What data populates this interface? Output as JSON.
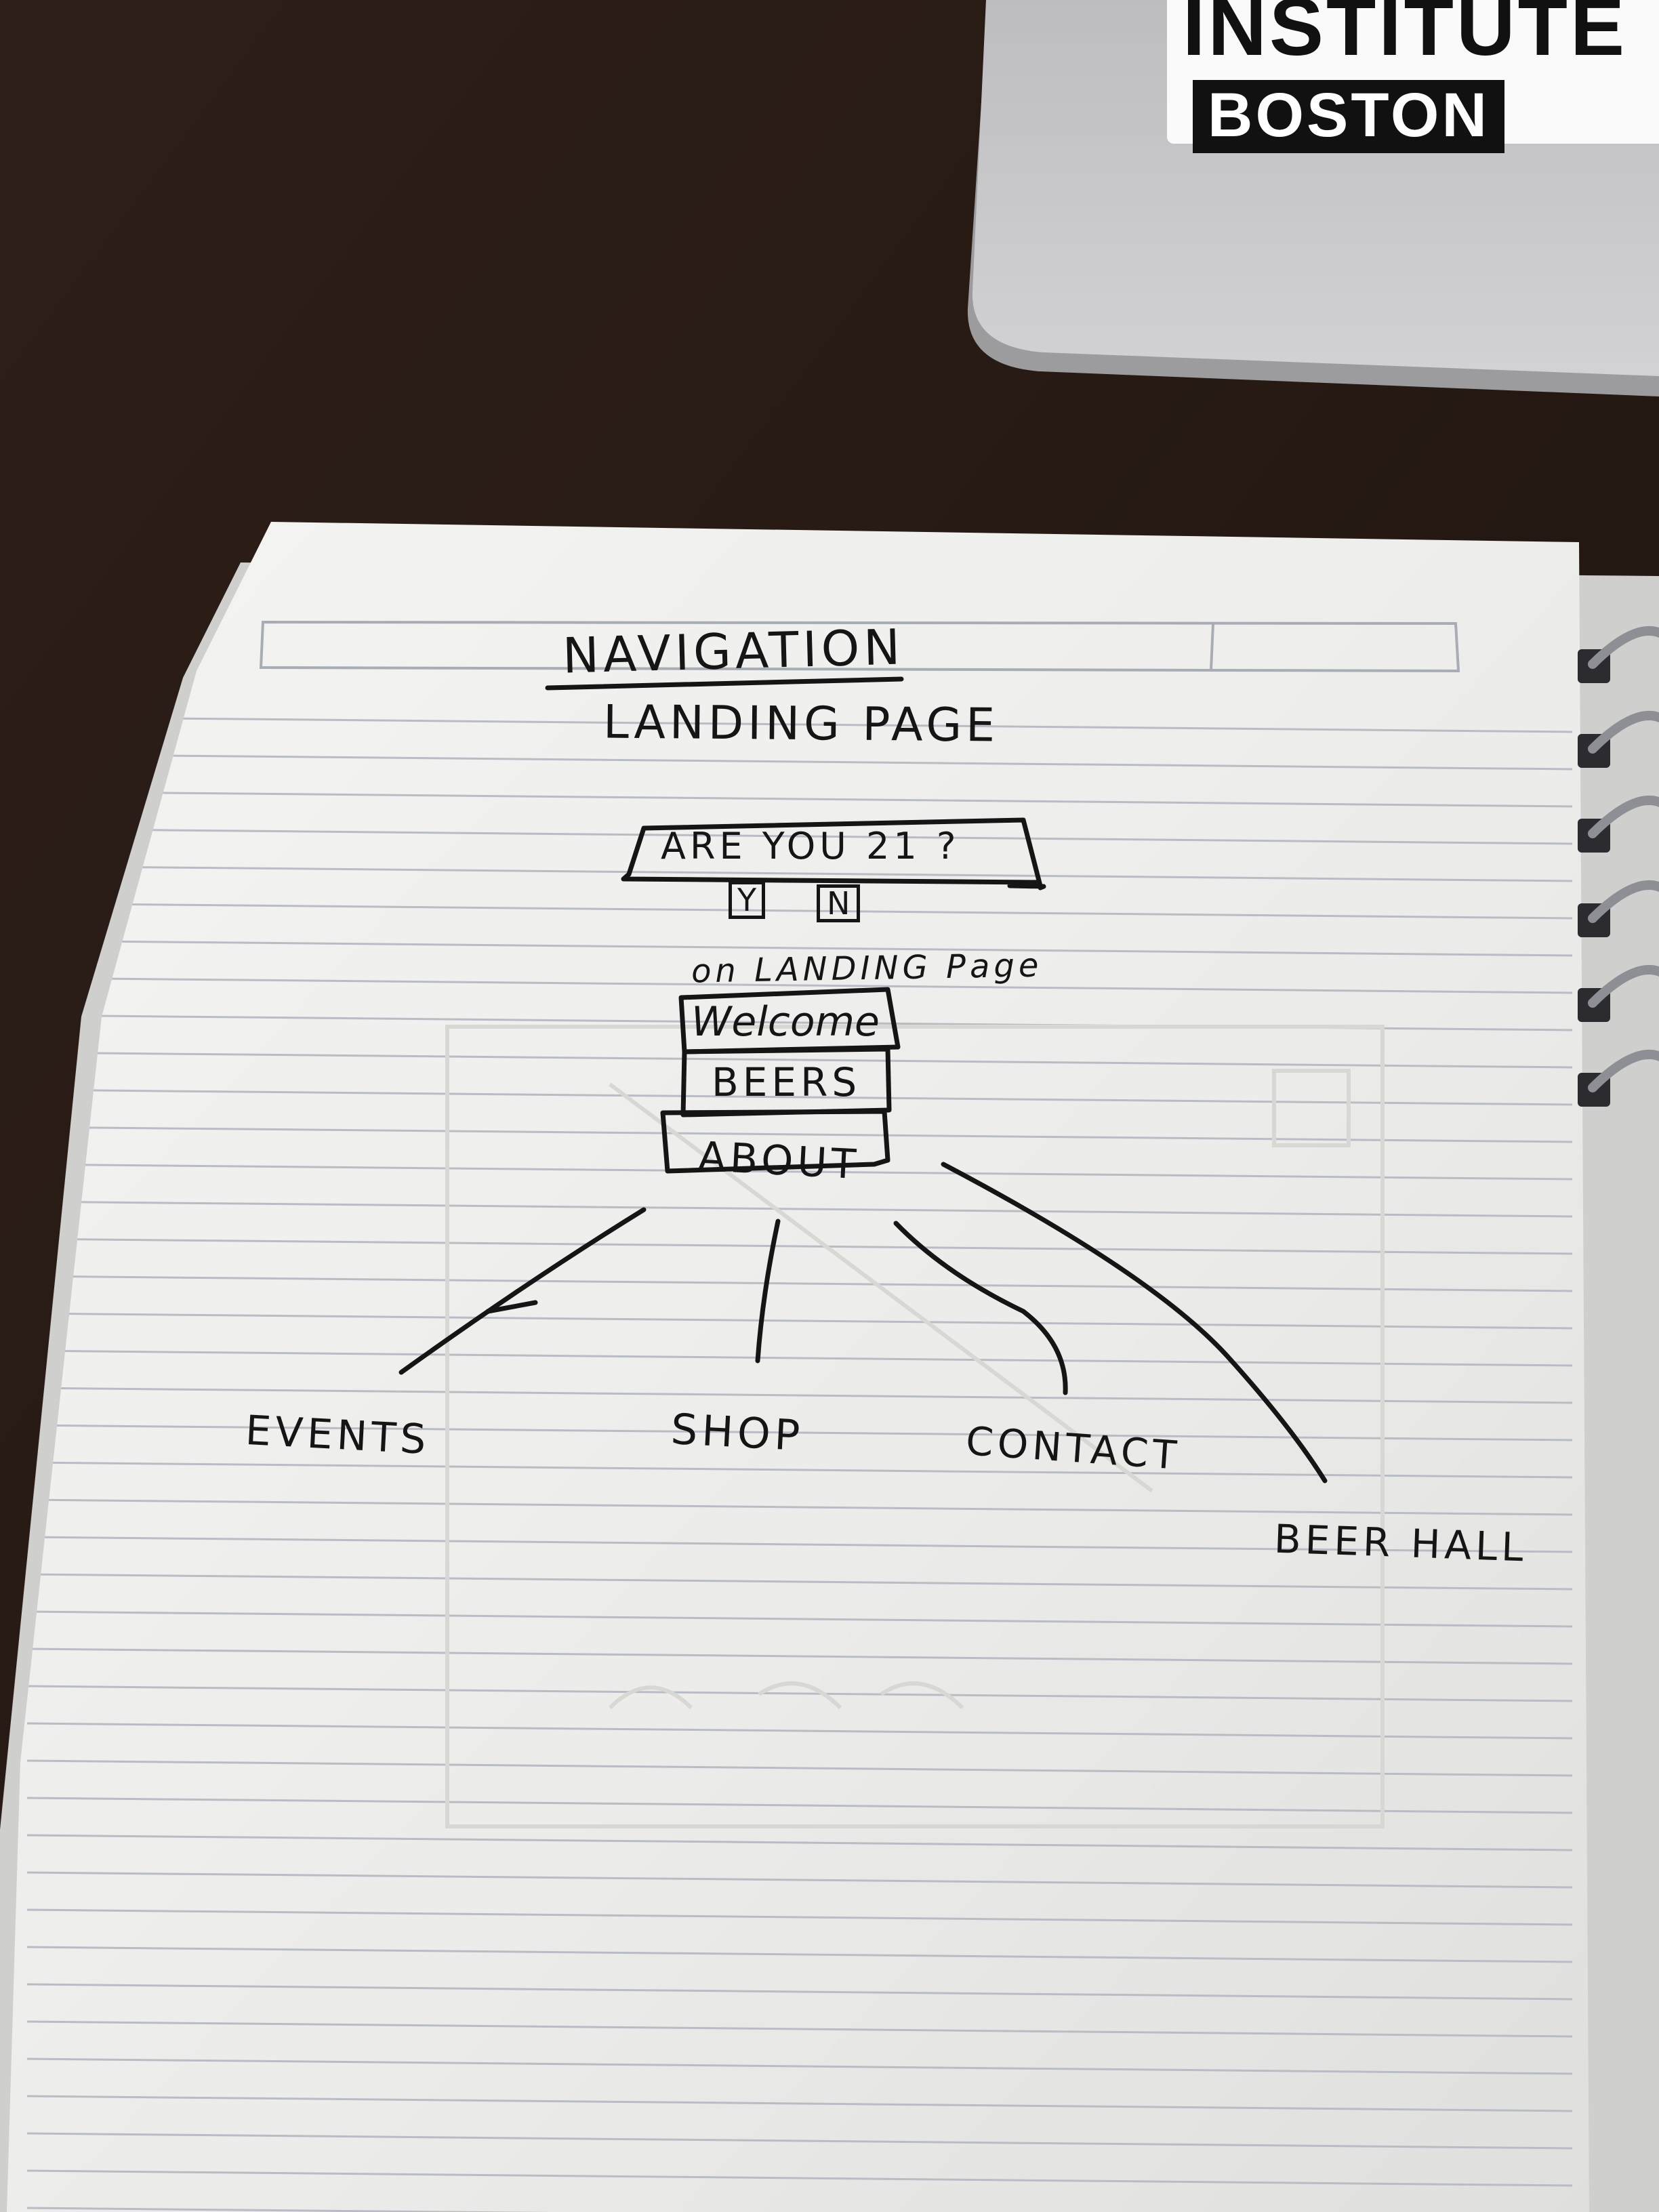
{
  "laptop": {
    "sticker_line1": "INSTITUTE",
    "sticker_line2": "BOSTON"
  },
  "sketch": {
    "heading": "NAVIGATION",
    "landing_title": "LANDING PAGE",
    "age_prompt": {
      "question": "ARE YOU 21 ?",
      "yes": "Y",
      "no": "N"
    },
    "landing_note": "on LANDING Page",
    "menu": [
      "Welcome",
      "BEERS",
      "ABOUT"
    ],
    "branches": [
      "EVENTS",
      "SHOP",
      "CONTACT",
      "BEER HALL"
    ]
  },
  "colors": {
    "desk": "#2a1c16",
    "paper": "#f2f2f0",
    "ink": "#151515",
    "ruled_line": "#b8bcc4",
    "laptop": "#c9c9cb"
  }
}
